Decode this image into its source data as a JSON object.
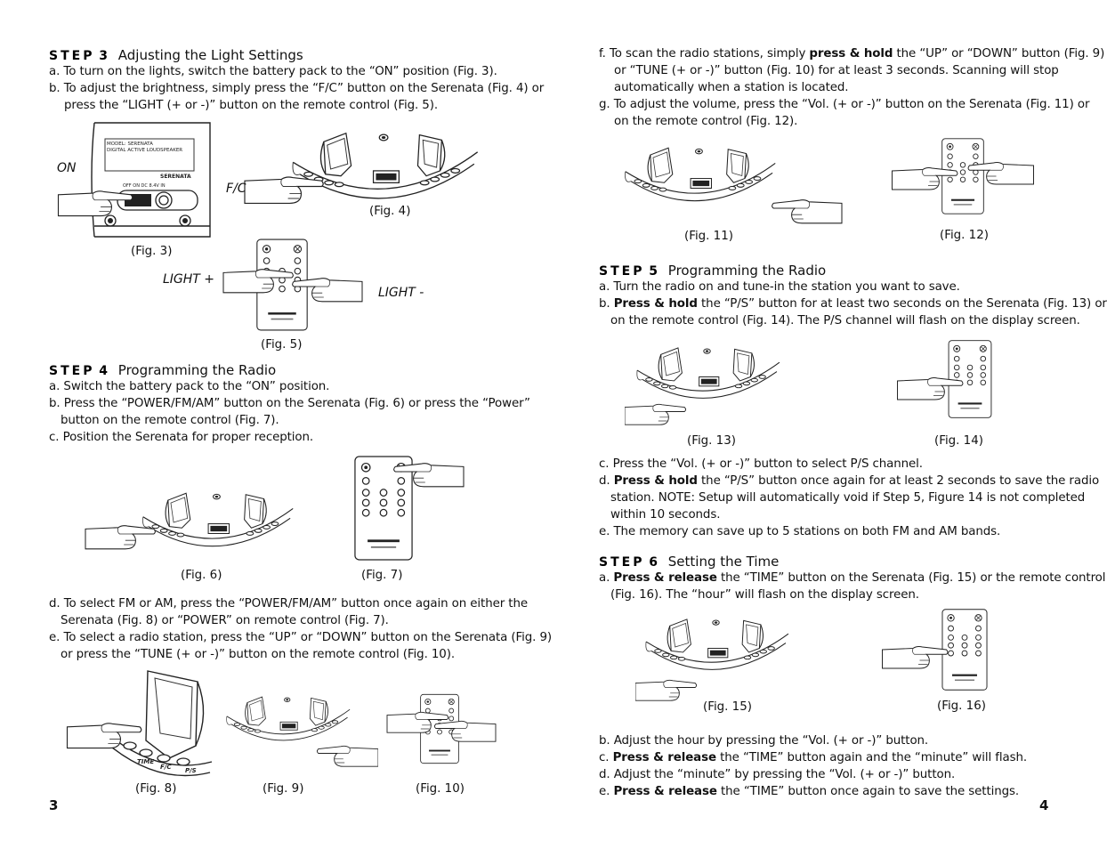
{
  "left": {
    "step3": {
      "kw": "STEP",
      "num": "3",
      "title": "Adjusting the Light Settings",
      "a": "a. To turn on the lights, switch the battery pack to the “ON” position (Fig. 3).",
      "b1": "b. To adjust the brightness, simply press the “F/C” button on the  Serenata (Fig. 4) or",
      "b2": "press the “LIGHT (+ or -)” button on the remote control (Fig. 5)."
    },
    "fig3": {
      "caption": "(Fig. 3)",
      "label_on": "ON",
      "model_line1": "MODEL:     SERENATA",
      "model_line2": "DIGITAL ACTIVE LOUDSPEAKER",
      "brand": "SERENATA",
      "switch_labels": "OFF       ON   DC 8.4V IN"
    },
    "fig4": {
      "caption": "(Fig. 4)",
      "label_fc": "F/C"
    },
    "fig5": {
      "caption": "(Fig. 5)",
      "label_light_plus": "LIGHT +",
      "label_light_minus": "LIGHT -"
    },
    "step4": {
      "kw": "STEP",
      "num": "4",
      "title": "Programming the Radio",
      "a": "a. Switch the battery pack to the “ON” position.",
      "b1": "b. Press the “POWER/FM/AM” button on the Serenata (Fig. 6) or press the “Power”",
      "b2": "button on the remote control (Fig. 7).",
      "c": "c. Position the Serenata for proper reception.",
      "d1": "d. To select FM or AM, press the “POWER/FM/AM” button once again on either the",
      "d2": "Serenata (Fig. 8) or “POWER” on remote control (Fig. 7).",
      "e1": "e. To select a radio station, press the “UP” or “DOWN” button on the Serenata (Fig. 9)",
      "e2": "or press the “TUNE (+ or -)” button on the remote control (Fig. 10)."
    },
    "fig6": {
      "caption": "(Fig. 6)"
    },
    "fig7": {
      "caption": "(Fig. 7)"
    },
    "fig8": {
      "caption": "(Fig. 8)",
      "btn_time": "TIME",
      "btn_fc": "F/C",
      "btn_ps": "P/S"
    },
    "fig9": {
      "caption": "(Fig. 9)"
    },
    "fig10": {
      "caption": "(Fig. 10)"
    },
    "page_number": "3"
  },
  "right": {
    "f_pre": "f.  To scan the radio stations, simply ",
    "f_bold": "press & hold",
    "f_post": " the “UP” or “DOWN” button (Fig. 9)",
    "f2": "or “TUNE (+ or -)” button (Fig. 10) for at least 3 seconds.  Scanning will stop",
    "f3": "automatically when a station is located.",
    "g1": "g.  To adjust the volume, press the “Vol. (+ or -)” button on the Serenata (Fig. 11) or",
    "g2": "on the remote control (Fig. 12).",
    "fig11": {
      "caption": "(Fig. 11)"
    },
    "fig12": {
      "caption": "(Fig. 12)"
    },
    "step5": {
      "kw": "STEP",
      "num": "5",
      "title": "Programming the Radio",
      "a": "a. Turn the radio on and tune-in the station you want to save.",
      "b_pre": "b. ",
      "b_bold": "Press & hold",
      "b_post": " the “P/S” button for at least two seconds on the Serenata (Fig. 13) or",
      "b2": "on the remote control (Fig. 14).  The P/S channel will flash on the display screen.",
      "c": "c. Press the “Vol. (+ or -)” button to select P/S channel.",
      "d_pre": "d. ",
      "d_bold": "Press & hold",
      "d_post": " the “P/S” button once again for at least 2 seconds to save the radio",
      "d2": "station. NOTE: Setup will automatically void if Step 5, Figure 14 is not completed",
      "d3": "within 10 seconds.",
      "e": "e. The memory can save up to 5 stations on both FM and AM bands."
    },
    "fig13": {
      "caption": "(Fig. 13)"
    },
    "fig14": {
      "caption": "(Fig. 14)"
    },
    "step6": {
      "kw": "STEP",
      "num": "6",
      "title": "Setting the Time",
      "a_pre": "a. ",
      "a_bold": "Press & release",
      "a_post": " the “TIME” button on the Serenata (Fig. 15) or the remote control",
      "a2": "(Fig. 16). The “hour” will flash on the display screen.",
      "b": "b. Adjust the hour by pressing the “Vol. (+ or -)” button.",
      "c_pre": "c. ",
      "c_bold": "Press & release",
      "c_post": " the “TIME” button again and the “minute” will flash.",
      "d": "d. Adjust the “minute” by pressing the “Vol. (+ or -)” button.",
      "e_pre": "e. ",
      "e_bold": "Press & release",
      "e_post": " the “TIME” button once again to save the settings."
    },
    "fig15": {
      "caption": "(Fig. 15)"
    },
    "fig16": {
      "caption": "(Fig. 16)"
    },
    "page_number": "4"
  }
}
